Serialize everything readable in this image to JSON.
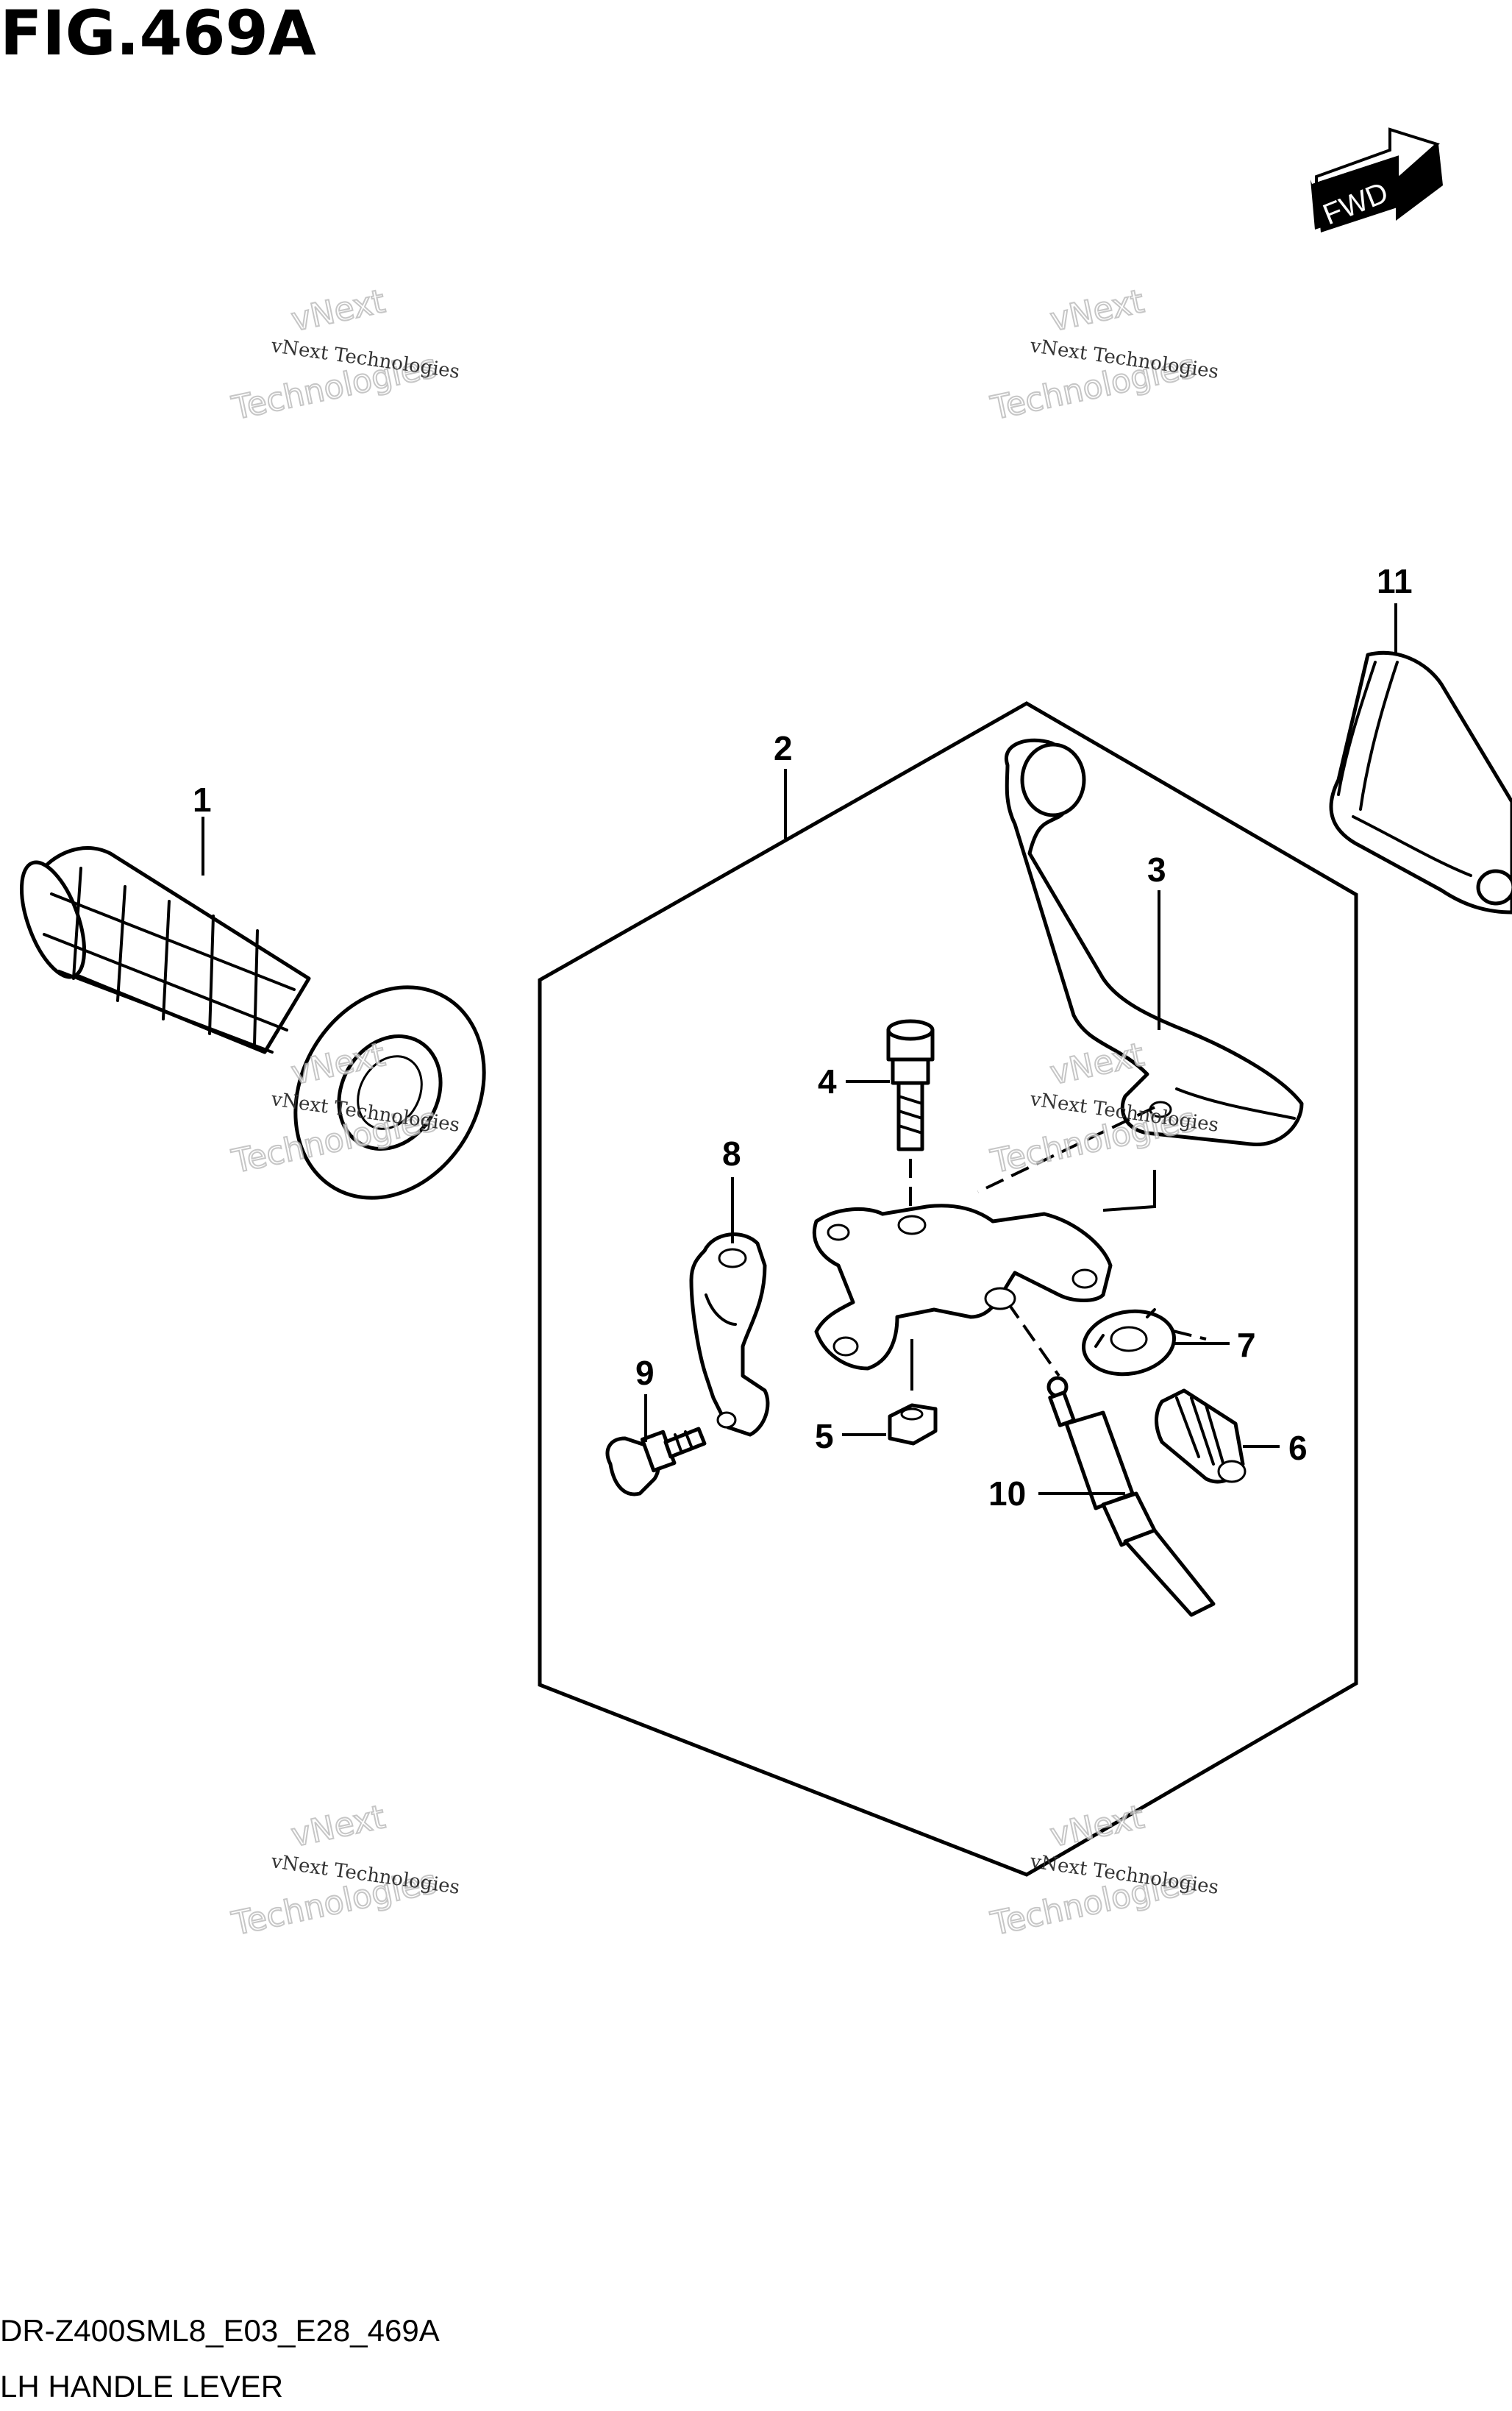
{
  "figure": {
    "title": "FIG.469A",
    "direction_label": "FWD",
    "model_code": "DR-Z400SML8_E03_E28_469A",
    "section_name": "LH HANDLE LEVER"
  },
  "watermark": {
    "line1": "vNext Technologies",
    "line2": "vNext",
    "line3": "Technologies"
  },
  "callouts": [
    "1",
    "2",
    "3",
    "4",
    "5",
    "6",
    "7",
    "8",
    "9",
    "10",
    "11"
  ],
  "parts": [
    {
      "ref": "1",
      "icon": "handlebar-grip-icon"
    },
    {
      "ref": "2",
      "icon": "lever-assembly-kit-boundary"
    },
    {
      "ref": "3",
      "icon": "clutch-lever-icon"
    },
    {
      "ref": "4",
      "icon": "pivot-bolt-icon"
    },
    {
      "ref": "5",
      "icon": "nut-icon"
    },
    {
      "ref": "6",
      "icon": "adjuster-bolt-icon"
    },
    {
      "ref": "7",
      "icon": "locknut-icon"
    },
    {
      "ref": "8",
      "icon": "holder-clamp-icon"
    },
    {
      "ref": "9",
      "icon": "clamp-bolt-icon"
    },
    {
      "ref": "10",
      "icon": "switch-cable-icon"
    },
    {
      "ref": "11",
      "icon": "lever-cover-icon"
    }
  ]
}
